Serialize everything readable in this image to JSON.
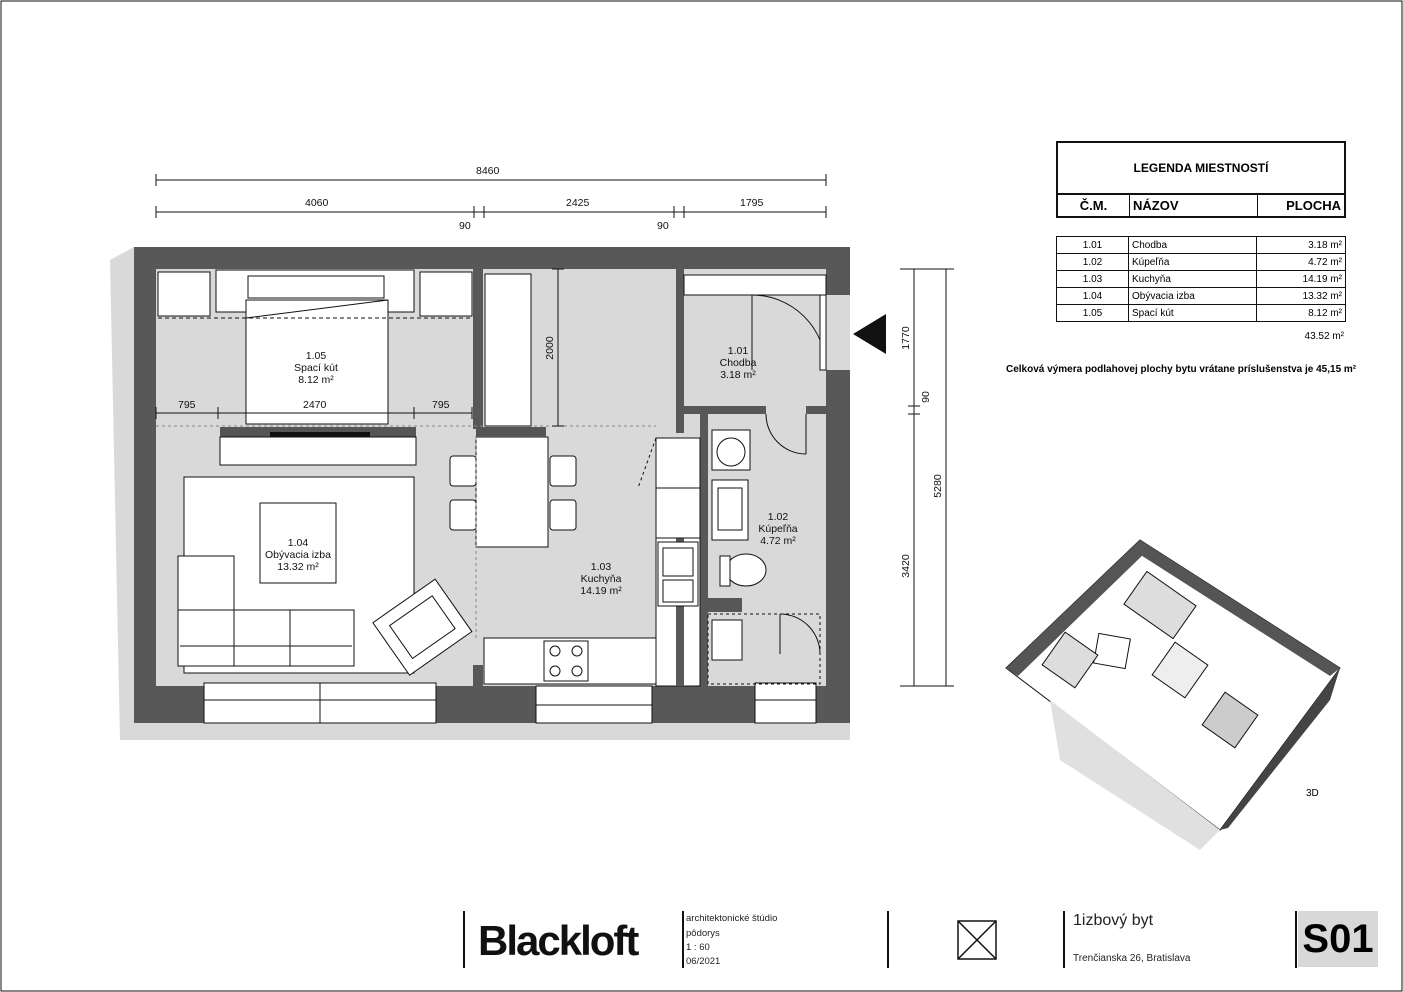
{
  "plan": {
    "dimensions_top": {
      "overall": "8460",
      "seg1": "4060",
      "seg2": "2425",
      "seg3": "1795",
      "gap1": "90",
      "gap2": "90"
    },
    "dimensions_bedroom": {
      "left": "795",
      "middle": "2470",
      "right": "795"
    },
    "dim_wardrobe": "2000",
    "dimensions_right": {
      "top": "1770",
      "gap": "90",
      "bottom": "3420",
      "overall": "5280"
    },
    "rooms": [
      {
        "number": "1.05",
        "name": "Spací kút",
        "area": "8.12 m²"
      },
      {
        "number": "1.04",
        "name": "Obývacia izba",
        "area": "13.32 m²"
      },
      {
        "number": "1.03",
        "name": "Kuchyňa",
        "area": "14.19 m²"
      },
      {
        "number": "1.01",
        "name": "Chodba",
        "area": "3.18 m²"
      },
      {
        "number": "1.02",
        "name": "Kúpeľňa",
        "area": "4.72 m²"
      }
    ]
  },
  "legend": {
    "title": "LEGENDA MIESTNOSTÍ",
    "col_no": "Č.M.",
    "col_name": "NÁZOV",
    "col_area": "PLOCHA",
    "rows": [
      {
        "no": "1.01",
        "name": "Chodba",
        "area": "3.18 m²"
      },
      {
        "no": "1.02",
        "name": "Kúpeľňa",
        "area": "4.72 m²"
      },
      {
        "no": "1.03",
        "name": "Kuchyňa",
        "area": "14.19 m²"
      },
      {
        "no": "1.04",
        "name": "Obývacia izba",
        "area": "13.32 m²"
      },
      {
        "no": "1.05",
        "name": "Spací kút",
        "area": "8.12 m²"
      }
    ],
    "total": "43.52 m²"
  },
  "total_area_text": "Celková výmera podlahovej plochy bytu vrátane príslušenstva je 45,15 m²",
  "view_3d_label": "3D",
  "title_block": {
    "brand": "Blackloft",
    "studio": "architektonické štúdio",
    "drawing": "pôdorys",
    "scale": "1 : 60",
    "date": "06/2021",
    "unit_title": "1izbový byt",
    "address": "Trenčianska 26, Bratislava",
    "sheet": "S01"
  }
}
